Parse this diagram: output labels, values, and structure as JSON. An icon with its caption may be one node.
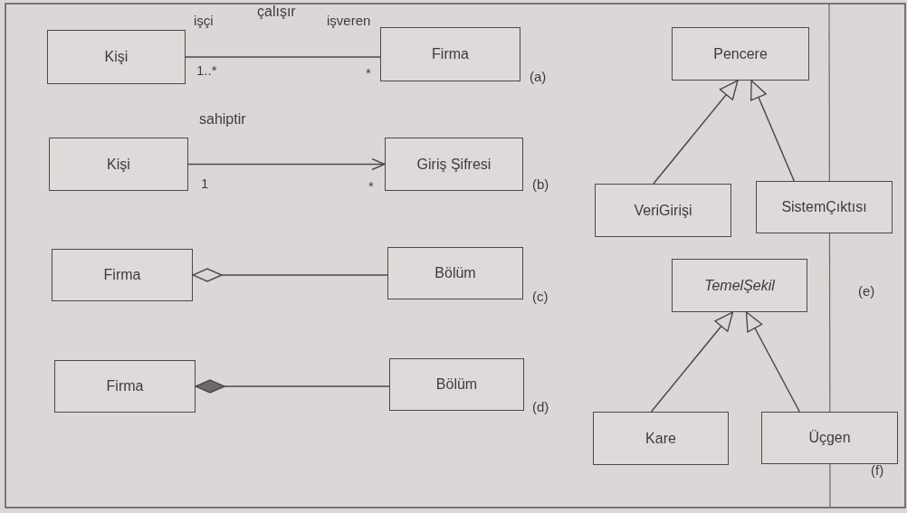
{
  "diagram": {
    "nodes": [
      {
        "text": [
          "Kişi"
        ]
      },
      {
        "text": [
          "Firma"
        ]
      },
      {
        "text": [
          "Kişi"
        ]
      },
      {
        "text": [
          "Giriş Şifresi"
        ]
      },
      {
        "text": [
          "Firma"
        ]
      },
      {
        "text": [
          "Bölüm"
        ]
      },
      {
        "text": [
          "Firma"
        ]
      },
      {
        "text": [
          "Bölüm"
        ]
      },
      {
        "text": [
          "Pencere"
        ]
      },
      {
        "text": [
          "VeriGirişi"
        ]
      },
      {
        "text": [
          "SistemÇıktısı"
        ]
      },
      {
        "text": [
          "TemelŞekil"
        ]
      },
      {
        "text": [
          "Kare"
        ]
      },
      {
        "text": [
          "Üçgen"
        ]
      }
    ],
    "edges": [
      {
        "from": 0,
        "to": 1,
        "arrow": "none",
        "label": "çalışır"
      },
      {
        "from": 2,
        "to": 3,
        "arrow": "to",
        "label": "sahiptir"
      },
      {
        "from": 4,
        "to": 5,
        "arrow": "other"
      },
      {
        "from": 6,
        "to": 7,
        "arrow": "other"
      },
      {
        "from": 9,
        "to": 8,
        "arrow": "to"
      },
      {
        "from": 10,
        "to": 8,
        "arrow": "to"
      },
      {
        "from": 12,
        "to": 11,
        "arrow": "to"
      },
      {
        "from": 13,
        "to": 11,
        "arrow": "to"
      }
    ],
    "labels": [
      "işçi",
      "işveren",
      "1..*",
      "*",
      "(a)",
      "1",
      "*",
      "(b)",
      "(c)",
      "(d)",
      "(e)",
      "(f)"
    ]
  }
}
